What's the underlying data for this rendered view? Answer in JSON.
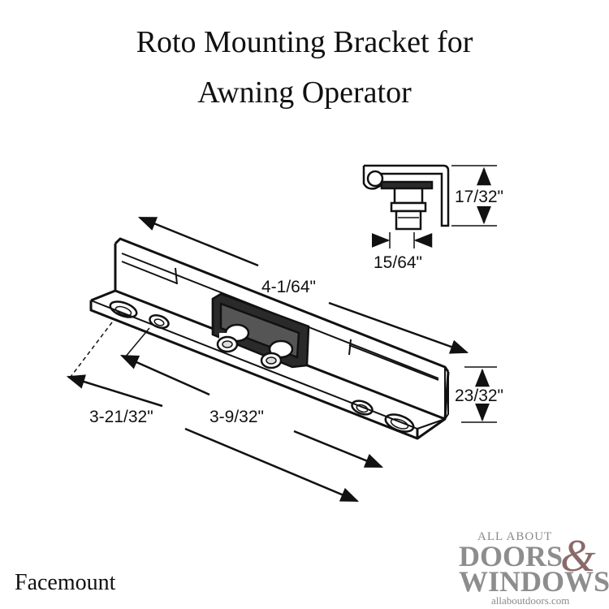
{
  "title": {
    "line1": "Roto Mounting Bracket for",
    "line2": "Awning Operator"
  },
  "dimensions": {
    "length_overall": "4-1/64\"",
    "height_side": "23/32\"",
    "hole_spacing_outer": "3-21/32\"",
    "hole_spacing_inner": "3-9/32\"",
    "detail_height": "17/32\"",
    "detail_width": "15/64\""
  },
  "caption": "Facemount",
  "logo": {
    "line1": "ALL ABOUT",
    "line2": "DOORS",
    "ampersand": "&",
    "line3": "WINDOWS",
    "url": "allaboutdoors.com"
  },
  "colors": {
    "ink": "#111111",
    "logo_gray": "#8d8d8d",
    "logo_amp": "#8a6a68"
  }
}
